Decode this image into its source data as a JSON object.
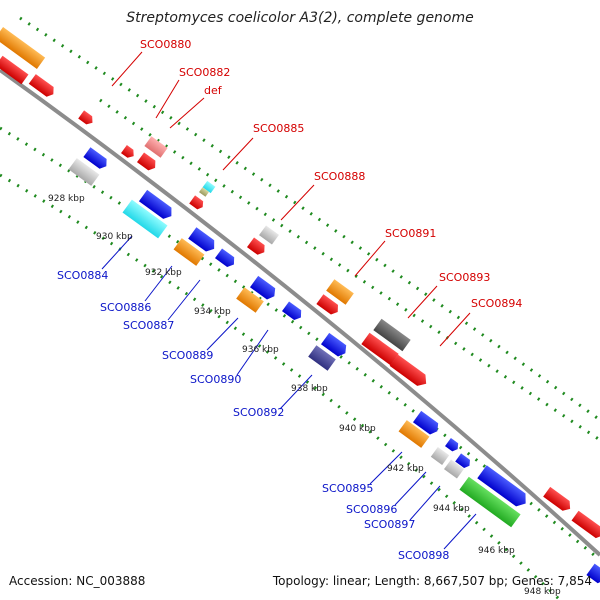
{
  "title": "Streptomyces coelicolor A3(2), complete genome",
  "footer": {
    "accession": "Accession: NC_003888",
    "summary": "Topology: linear; Length: 8,667,507 bp; Genes: 7,854"
  },
  "scale_labels": [
    "928 kbp",
    "930 kbp",
    "932 kbp",
    "934 kbp",
    "936 kbp",
    "938 kbp",
    "940 kbp",
    "942 kbp",
    "944 kbp",
    "946 kbp",
    "948 kbp"
  ],
  "upper_gene_labels": [
    "SCO0880",
    "SCO0882",
    "def",
    "SCO0885",
    "SCO0888",
    "SCO0891",
    "SCO0893",
    "SCO0894"
  ],
  "lower_gene_labels": [
    "SCO0884",
    "SCO0886",
    "SCO0887",
    "SCO0889",
    "SCO0890",
    "SCO0892",
    "SCO0895",
    "SCO0896",
    "SCO0897",
    "SCO0898"
  ],
  "colors": {
    "backbone": "#8c8c8c",
    "upper_label": "#d40000",
    "lower_label": "#0a14c8",
    "dotted_track": "#1f8a1f"
  }
}
